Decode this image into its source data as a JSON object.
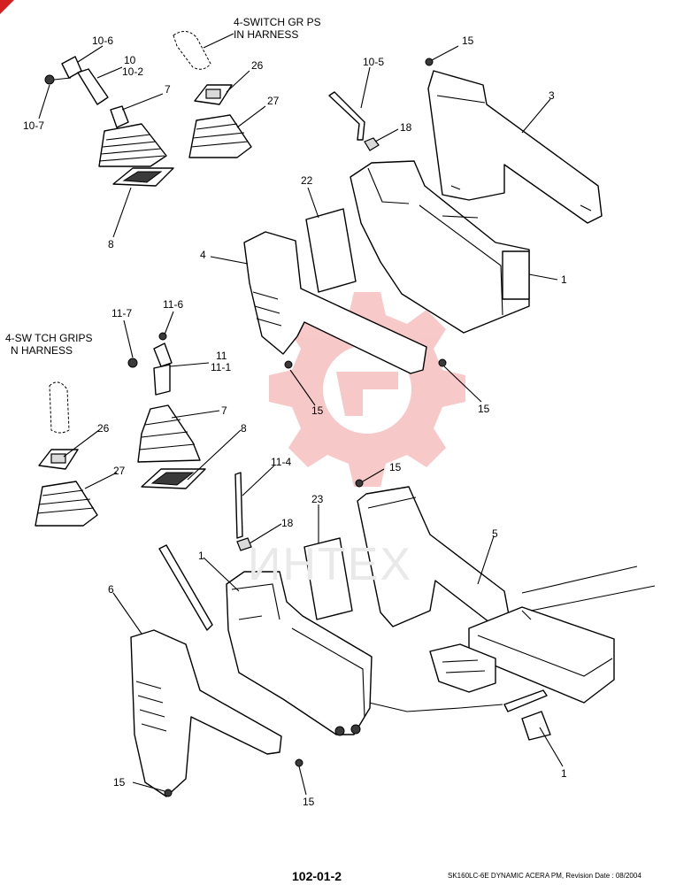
{
  "page": {
    "page_number": "102-01-2",
    "footer": "SK160LC-6E DYNAMIC ACERA PM, Revision Date : 08/2004",
    "watermark_text": "ИНТЕХ"
  },
  "notes": {
    "upper": [
      "4-SWITCH GR PS",
      "IN HARNESS"
    ],
    "lower": [
      "4-SW TCH GRIPS",
      "N HARNESS"
    ]
  },
  "labels": {
    "l_10_6": "10-6",
    "l_10": "10",
    "l_10_2": "10-2",
    "l_10_7": "10-7",
    "l_7a": "7",
    "l_26a": "26",
    "l_27a": "27",
    "l_8a": "8",
    "l_10_5": "10-5",
    "l_18a": "18",
    "l_15a": "15",
    "l_3": "3",
    "l_22": "22",
    "l_4": "4",
    "l_1a": "1",
    "l_11_7": "11-7",
    "l_11_6": "11-6",
    "l_11": "11",
    "l_11_1": "11-1",
    "l_15b": "15",
    "l_15c": "15",
    "l_7b": "7",
    "l_26b": "26",
    "l_8b": "8",
    "l_27b": "27",
    "l_11_4": "11-4",
    "l_15d": "15",
    "l_23": "23",
    "l_18b": "18",
    "l_5": "5",
    "l_1b": "1",
    "l_6": "6",
    "l_1c": "1",
    "l_15e": "15",
    "l_15f": "15"
  },
  "colors": {
    "watermark": "#e84b4b",
    "line": "#000000"
  }
}
